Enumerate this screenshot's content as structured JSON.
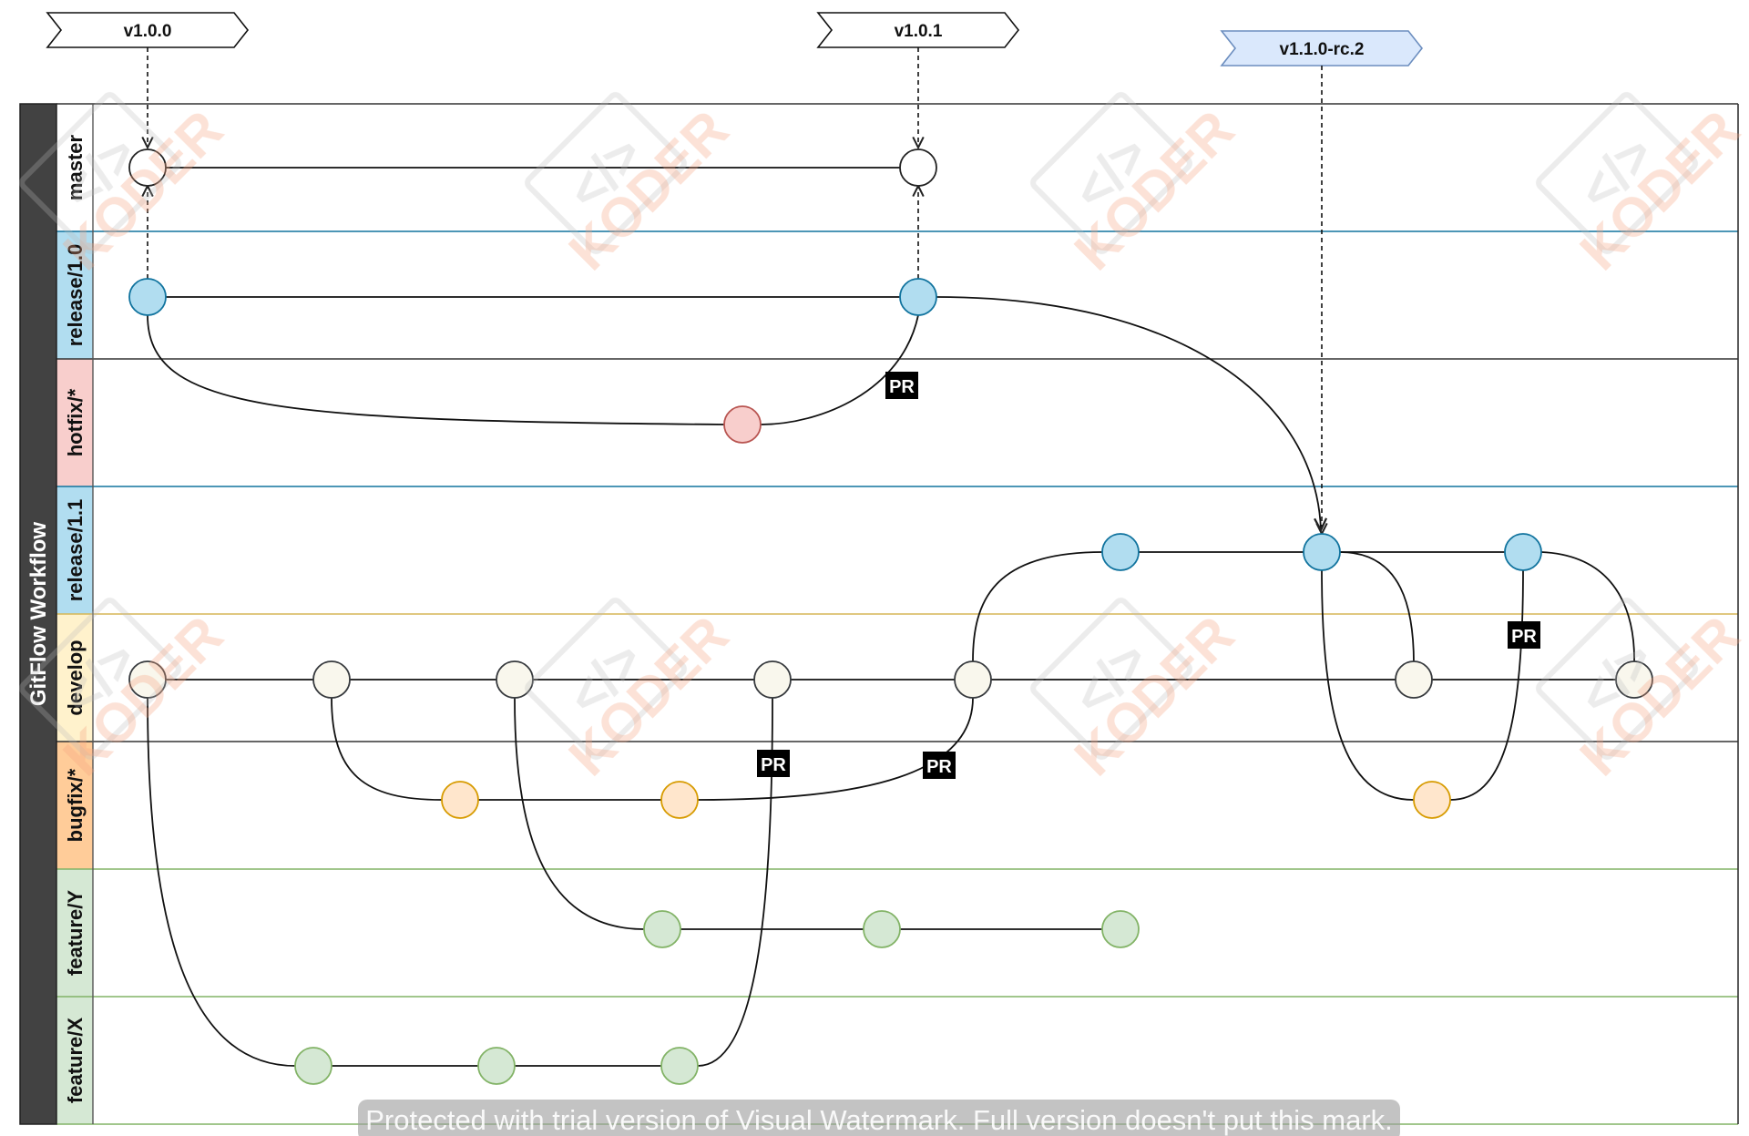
{
  "diagram": {
    "title": "GitFlow Workflow",
    "lanes": [
      {
        "id": "master",
        "label": "master",
        "fill": "#ffffff",
        "border": "#333333"
      },
      {
        "id": "release10",
        "label": "release/1.0",
        "fill": "#b1ddf0",
        "border": "#10739e"
      },
      {
        "id": "hotfix",
        "label": "hotfix/*",
        "fill": "#f8cecc",
        "border": "#333333"
      },
      {
        "id": "release11",
        "label": "release/1.1",
        "fill": "#b1ddf0",
        "border": "#10739e"
      },
      {
        "id": "develop",
        "label": "develop",
        "fill": "#fff2cc",
        "border": "#d6b656"
      },
      {
        "id": "bugfix",
        "label": "bugfix/*",
        "fill": "#ffcc99",
        "border": "#333333"
      },
      {
        "id": "featureY",
        "label": "feature/Y",
        "fill": "#d5e8d4",
        "border": "#82b366"
      },
      {
        "id": "featureX",
        "label": "feature/X",
        "fill": "#d5e8d4",
        "border": "#82b366"
      }
    ],
    "tags": [
      {
        "label": "v1.0.0",
        "fill": "#ffffff",
        "stroke": "#111111"
      },
      {
        "label": "v1.0.1",
        "fill": "#ffffff",
        "stroke": "#111111"
      },
      {
        "label": "v1.1.0-rc.2",
        "fill": "#dae8fc",
        "stroke": "#6c8ebf"
      }
    ],
    "pr_label": "PR",
    "node_styles": {
      "master": {
        "fill": "#ffffff",
        "stroke": "#222222"
      },
      "release": {
        "fill": "#b1ddf0",
        "stroke": "#10739e"
      },
      "hotfix": {
        "fill": "#f8cecc",
        "stroke": "#b85450"
      },
      "develop": {
        "fill": "#f9f7ed",
        "stroke": "#36393d"
      },
      "bugfix": {
        "fill": "#ffe6cc",
        "stroke": "#d79b00"
      },
      "feature": {
        "fill": "#d5e8d4",
        "stroke": "#82b366"
      }
    }
  },
  "overlays": {
    "watermark_text": "Protected with trial version of Visual Watermark. Full version doesn't put this mark.",
    "logo_text": "KODER",
    "logo_glyph": "</>"
  }
}
